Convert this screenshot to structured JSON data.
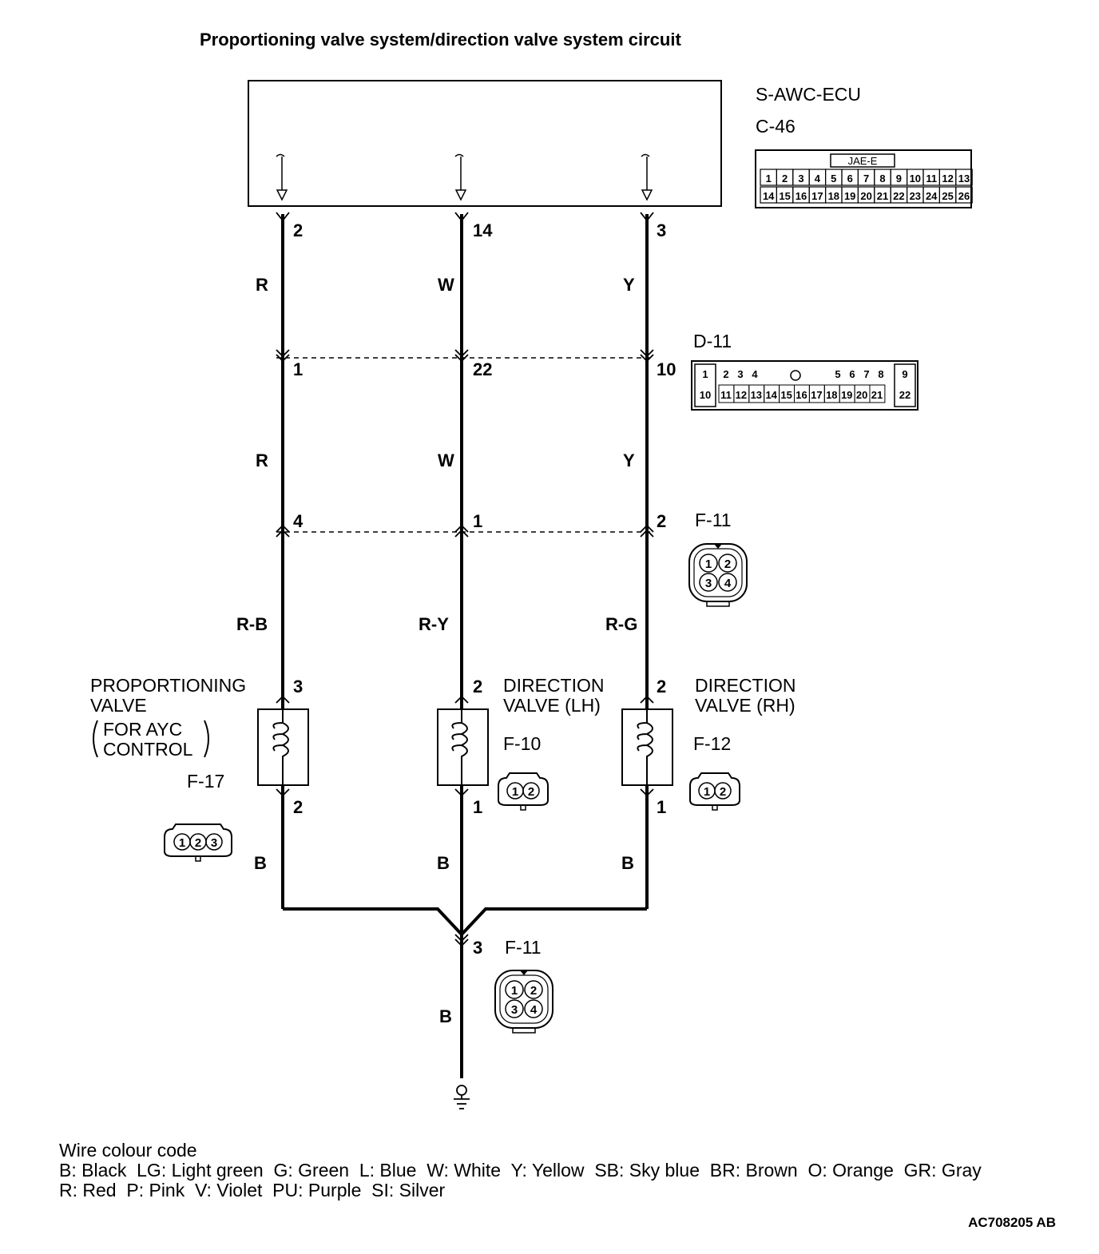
{
  "title": "Proportioning valve system/direction valve system circuit",
  "ecu": {
    "name": "S-AWC-ECU",
    "connector": "C-46",
    "connector_type": "JAE-E",
    "top_pins": [
      "1",
      "2",
      "3",
      "4",
      "5",
      "6",
      "7",
      "8",
      "9",
      "10",
      "11",
      "12",
      "13"
    ],
    "bottom_pins": [
      "14",
      "15",
      "16",
      "17",
      "18",
      "19",
      "20",
      "21",
      "22",
      "23",
      "24",
      "25",
      "26"
    ]
  },
  "wires": [
    {
      "ecu_pin": "2",
      "color1": "R",
      "d11_pin": "1",
      "color2": "R",
      "f11_pin": "4",
      "color3": "R-B",
      "valve_in": "3",
      "valve_out": "2",
      "color_out": "B"
    },
    {
      "ecu_pin": "14",
      "color1": "W",
      "d11_pin": "22",
      "color2": "W",
      "f11_pin": "1",
      "color3": "R-Y",
      "valve_in": "2",
      "valve_out": "1",
      "color_out": "B"
    },
    {
      "ecu_pin": "3",
      "color1": "Y",
      "d11_pin": "10",
      "color2": "Y",
      "f11_pin": "2",
      "color3": "R-G",
      "valve_in": "2",
      "valve_out": "1",
      "color_out": "B"
    }
  ],
  "d11": {
    "name": "D-11",
    "top_pins": [
      "1",
      "2",
      "3",
      "4",
      "5",
      "6",
      "7",
      "8",
      "9"
    ],
    "bottom_pins": [
      "10",
      "11",
      "12",
      "13",
      "14",
      "15",
      "16",
      "17",
      "18",
      "19",
      "20",
      "21",
      "22"
    ]
  },
  "f11_upper": {
    "name": "F-11",
    "pins": [
      "1",
      "2",
      "3",
      "4"
    ]
  },
  "valves": {
    "prop_line1": "PROPORTIONING",
    "prop_line2": "VALVE",
    "prop_line3": "FOR AYC",
    "prop_line4": "CONTROL",
    "prop_conn": "F-17",
    "prop_pins": [
      "1",
      "2",
      "3"
    ],
    "lh_line1": "DIRECTION",
    "lh_line2": "VALVE (LH)",
    "lh_conn": "F-10",
    "lh_pins": [
      "1",
      "2"
    ],
    "rh_line1": "DIRECTION",
    "rh_line2": "VALVE (RH)",
    "rh_conn": "F-12",
    "rh_pins": [
      "1",
      "2"
    ]
  },
  "ground": {
    "pin": "3",
    "connector": "F-11",
    "color": "B",
    "pins": [
      "1",
      "2",
      "3",
      "4"
    ]
  },
  "legend": {
    "heading": "Wire colour code",
    "line1": "B: Black  LG: Light green  G: Green  L: Blue  W: White  Y: Yellow  SB: Sky blue  BR: Brown  O: Orange  GR: Gray",
    "line2": "R: Red  P: Pink  V: Violet  PU: Purple  SI: Silver"
  },
  "figure_ref": "AC708205 AB"
}
